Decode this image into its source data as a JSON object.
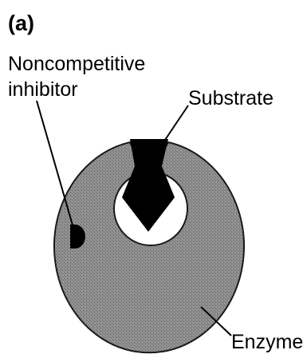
{
  "panel_label": "(a)",
  "labels": {
    "noncompetitive_inhibitor_line1": "Noncompetitive",
    "noncompetitive_inhibitor_line2": "inhibitor",
    "substrate": "Substrate",
    "enzyme": "Enzyme"
  },
  "colors": {
    "enzyme_fill": "#8a8a8a",
    "enzyme_outline": "#1a1a1a",
    "substrate_fill": "#000000",
    "inhibitor_fill": "#000000",
    "leader_line": "#000000",
    "background": "#ffffff"
  }
}
